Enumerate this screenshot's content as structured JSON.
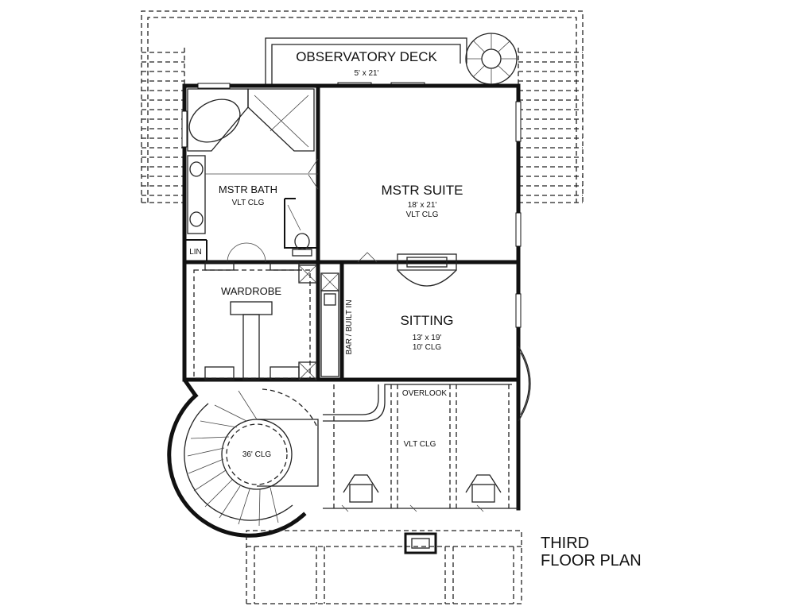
{
  "plan_title": {
    "line1": "THIRD",
    "line2": "FLOOR PLAN"
  },
  "rooms": {
    "observatory_deck": {
      "name": "OBSERVATORY DECK",
      "size": "5' x 21'"
    },
    "mstr_bath": {
      "name": "MSTR BATH",
      "ceiling": "VLT CLG"
    },
    "mstr_suite": {
      "name": "MSTR SUITE",
      "size": "18' x 21'",
      "ceiling": "VLT CLG"
    },
    "lin": {
      "name": "LIN"
    },
    "wardrobe": {
      "name": "WARDROBE"
    },
    "bar_built_in": {
      "name": "BAR / BUILT IN"
    },
    "sitting": {
      "name": "SITTING",
      "size": "13' x 19'",
      "ceiling": "10' CLG"
    },
    "overlook": {
      "name": "OVERLOOK",
      "ceiling": "VLT CLG"
    },
    "stair_tower": {
      "ceiling": "36' CLG"
    }
  }
}
